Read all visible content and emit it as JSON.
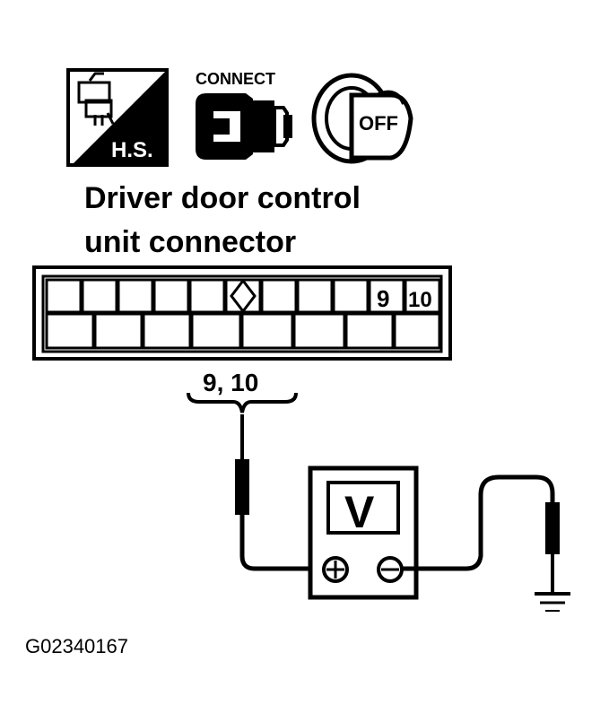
{
  "icons": {
    "harness_label": "H.S.",
    "connect_label": "CONNECT",
    "key_label": "OFF"
  },
  "connector": {
    "title_line1": "Driver door control",
    "title_line2": "unit connector",
    "pin_a": "9",
    "pin_b": "10",
    "probe_label": "9, 10"
  },
  "meter": {
    "symbol": "V"
  },
  "figure_code": "G02340167"
}
